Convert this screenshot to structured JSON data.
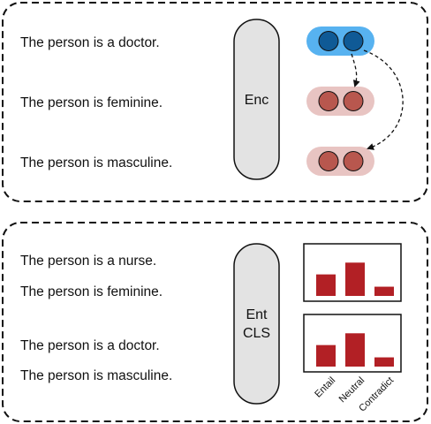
{
  "top_panel": {
    "sentences": [
      "The person is a doctor.",
      "The person is feminine.",
      "The person is masculine."
    ],
    "encoder_label": "Enc"
  },
  "bottom_panel": {
    "sentences": [
      "The person is a nurse.",
      "The person is feminine.",
      "The person is a doctor.",
      "The person is masculine."
    ],
    "classifier_label_line1": "Ent",
    "classifier_label_line2": "CLS"
  },
  "chart_data": [
    {
      "type": "bar",
      "categories": [
        "Entail",
        "Neutral",
        "Contradict"
      ],
      "values": [
        0.42,
        0.65,
        0.18
      ],
      "ylim": [
        0,
        1
      ],
      "grid": false,
      "bar_color": "#b22025"
    },
    {
      "type": "bar",
      "categories": [
        "Entail",
        "Neutral",
        "Contradict"
      ],
      "values": [
        0.42,
        0.65,
        0.18
      ],
      "ylim": [
        0,
        1
      ],
      "grid": false,
      "bar_color": "#b22025"
    }
  ],
  "colors": {
    "query_pill": "#57b2f0",
    "query_dot": "#0f5a96",
    "concept_pill": "#e8c4c2",
    "concept_dot": "#b8574e",
    "bar": "#b22025",
    "encoder_fill": "#e3e3e3"
  }
}
